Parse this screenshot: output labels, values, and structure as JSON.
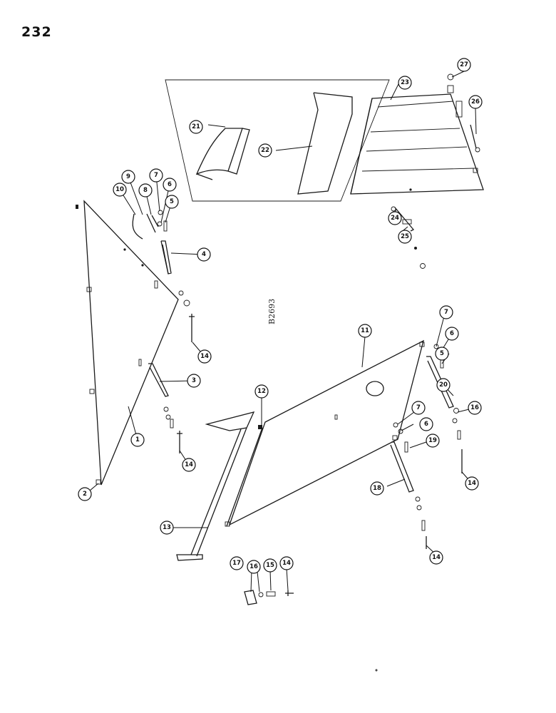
{
  "page": {
    "number": "232"
  },
  "drawing": {
    "code": "B2693"
  },
  "callouts": [
    "1",
    "2",
    "3",
    "4",
    "5",
    "6",
    "7",
    "8",
    "9",
    "10",
    "11",
    "12",
    "13",
    "14",
    "14",
    "14",
    "14",
    "15",
    "16",
    "17",
    "18",
    "19",
    "20",
    "21",
    "22",
    "23",
    "24",
    "25",
    "26",
    "27",
    "5",
    "6",
    "7",
    "16",
    "7",
    "6",
    "14"
  ]
}
